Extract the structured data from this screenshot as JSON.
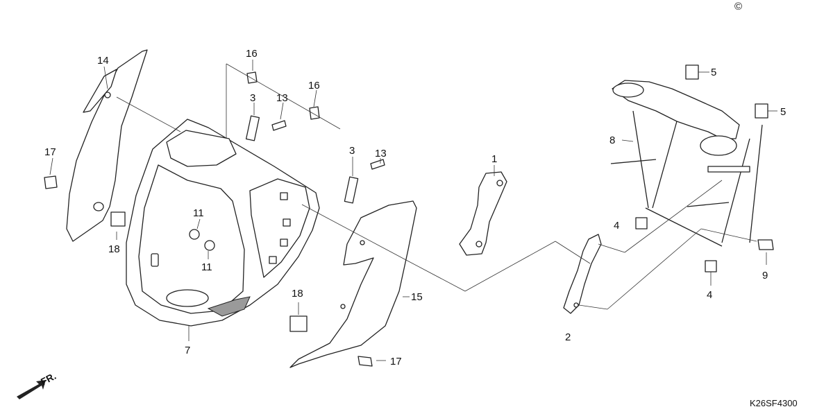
{
  "copyright_mark": "©",
  "diagram_code": "K26SF4300",
  "front_arrow_label": "FR.",
  "callouts": {
    "c1": "1",
    "c2": "2",
    "c3a": "3",
    "c3b": "3",
    "c4a": "4",
    "c4b": "4",
    "c5a": "5",
    "c5b": "5",
    "c7": "7",
    "c8": "8",
    "c9": "9",
    "c11a": "11",
    "c11b": "11",
    "c13a": "13",
    "c13b": "13",
    "c14": "14",
    "c15": "15",
    "c16a": "16",
    "c16b": "16",
    "c17a": "17",
    "c17b": "17",
    "c18a": "18",
    "c18b": "18"
  }
}
